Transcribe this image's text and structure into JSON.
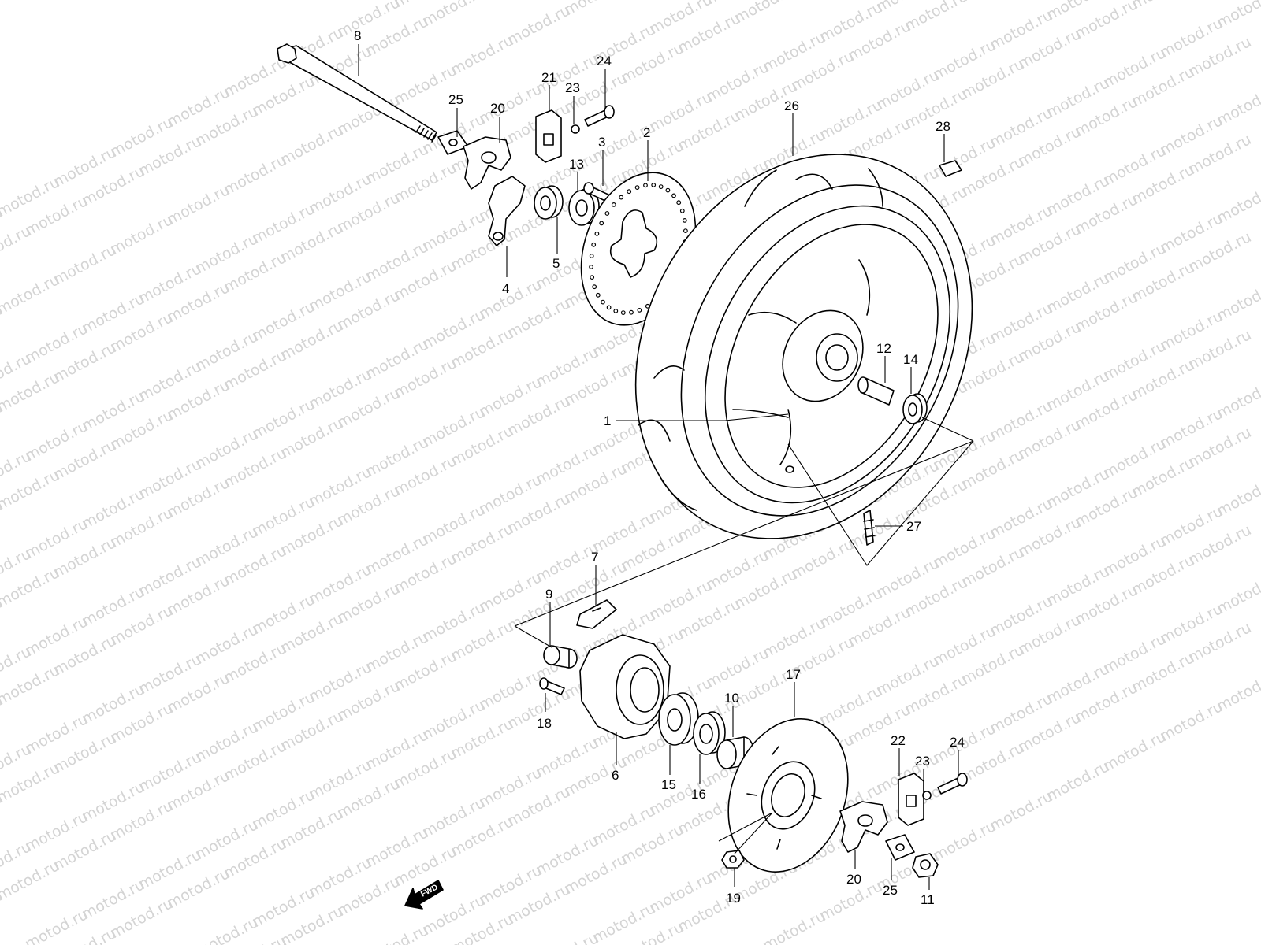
{
  "watermark": "motod.ru",
  "fwd_label": "FWD",
  "callouts": [
    {
      "id": "c8",
      "text": "8"
    },
    {
      "id": "c25a",
      "text": "25"
    },
    {
      "id": "c20a",
      "text": "20"
    },
    {
      "id": "c21",
      "text": "21"
    },
    {
      "id": "c23a",
      "text": "23"
    },
    {
      "id": "c24a",
      "text": "24"
    },
    {
      "id": "c3",
      "text": "3"
    },
    {
      "id": "c13",
      "text": "13"
    },
    {
      "id": "c2",
      "text": "2"
    },
    {
      "id": "c26",
      "text": "26"
    },
    {
      "id": "c28",
      "text": "28"
    },
    {
      "id": "c4",
      "text": "4"
    },
    {
      "id": "c5",
      "text": "5"
    },
    {
      "id": "c12",
      "text": "12"
    },
    {
      "id": "c14",
      "text": "14"
    },
    {
      "id": "c1",
      "text": "1"
    },
    {
      "id": "c27",
      "text": "27"
    },
    {
      "id": "c7",
      "text": "7"
    },
    {
      "id": "c9",
      "text": "9"
    },
    {
      "id": "c17",
      "text": "17"
    },
    {
      "id": "c10",
      "text": "10"
    },
    {
      "id": "c18",
      "text": "18"
    },
    {
      "id": "c6",
      "text": "6"
    },
    {
      "id": "c15",
      "text": "15"
    },
    {
      "id": "c16",
      "text": "16"
    },
    {
      "id": "c22",
      "text": "22"
    },
    {
      "id": "c24b",
      "text": "24"
    },
    {
      "id": "c23b",
      "text": "23"
    },
    {
      "id": "c20b",
      "text": "20"
    },
    {
      "id": "c25b",
      "text": "25"
    },
    {
      "id": "c11",
      "text": "11"
    },
    {
      "id": "c19",
      "text": "19"
    }
  ]
}
